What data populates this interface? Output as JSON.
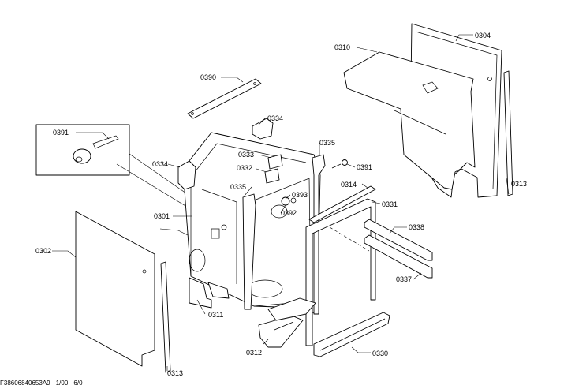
{
  "labels": {
    "p0301": "0301",
    "p0302": "0302",
    "p0304": "0304",
    "p0310": "0310",
    "p0311": "0311",
    "p0312": "0312",
    "p0313a": "0313",
    "p0313b": "0313",
    "p0314": "0314",
    "p0330": "0330",
    "p0331": "0331",
    "p0332": "0332",
    "p0333": "0333",
    "p0334a": "0334",
    "p0334b": "0334",
    "p0335a": "0335",
    "p0335b": "0335",
    "p0337": "0337",
    "p0338": "0338",
    "p0390": "0390",
    "p0391a": "0391",
    "p0391b": "0391",
    "p0392": "0392",
    "p0393": "0393"
  },
  "footer": "F38606840653A9 · 1/00 · 6/0"
}
